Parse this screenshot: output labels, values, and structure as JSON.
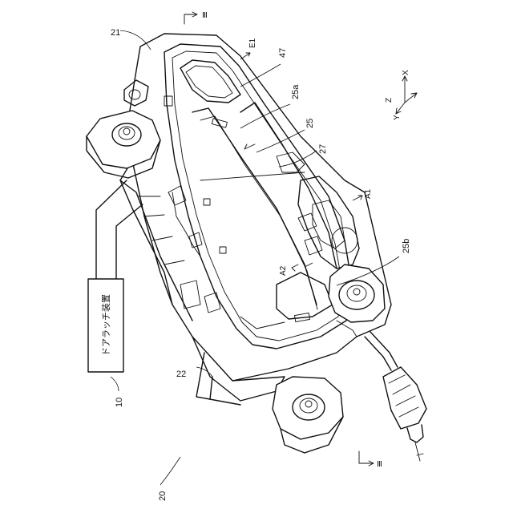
{
  "figure": {
    "labels": {
      "l20": "20",
      "l21": "21",
      "l22": "22",
      "l10": "10",
      "l47": "47",
      "l25": "25",
      "l25a": "25a",
      "l25b": "25b",
      "l27": "27",
      "lA1": "A1",
      "lA2": "A2",
      "lE1": "E1"
    },
    "device_box_text": "ドアラッチ装置",
    "section_marker": "Ⅲ",
    "axes": {
      "x": "X",
      "y": "Y",
      "z": "Z"
    }
  }
}
